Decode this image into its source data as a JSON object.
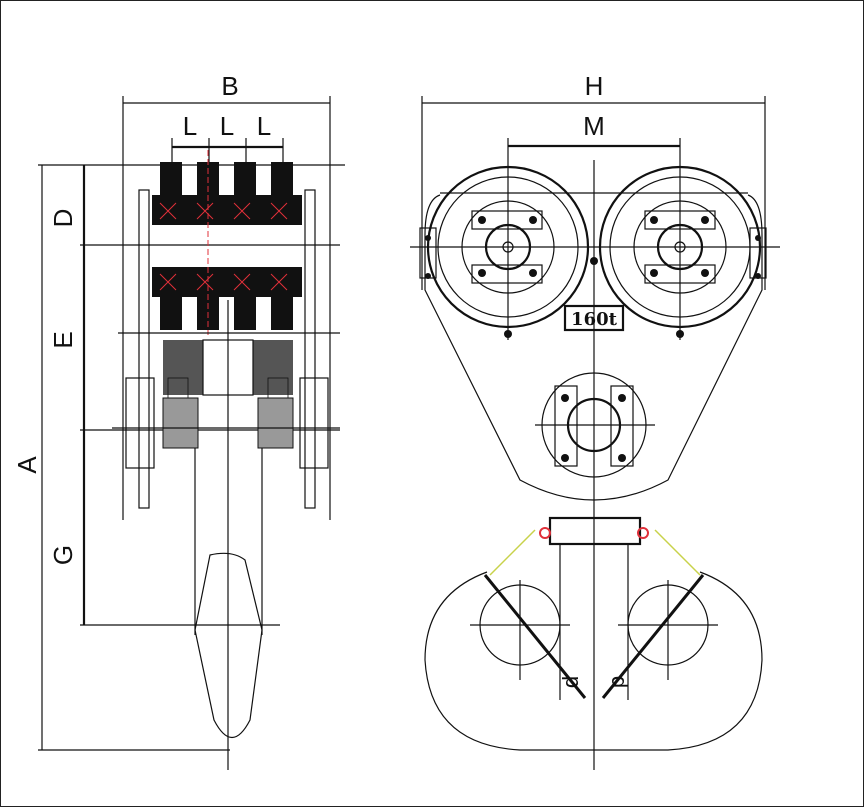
{
  "drawing": {
    "title": "Crane hook block – side and front view",
    "side_view_labels": {
      "B": "B",
      "L1": "L",
      "L2": "L",
      "L3": "L",
      "D": "D",
      "E": "E",
      "A": "A",
      "G": "G"
    },
    "front_view_labels": {
      "H": "H",
      "M": "M",
      "d_left": "d",
      "d_right": "d"
    },
    "capacity_plate": "160t",
    "colors": {
      "line": "#111111",
      "highlight": "#e0303a",
      "safety_latch": "#c8d24a"
    }
  }
}
